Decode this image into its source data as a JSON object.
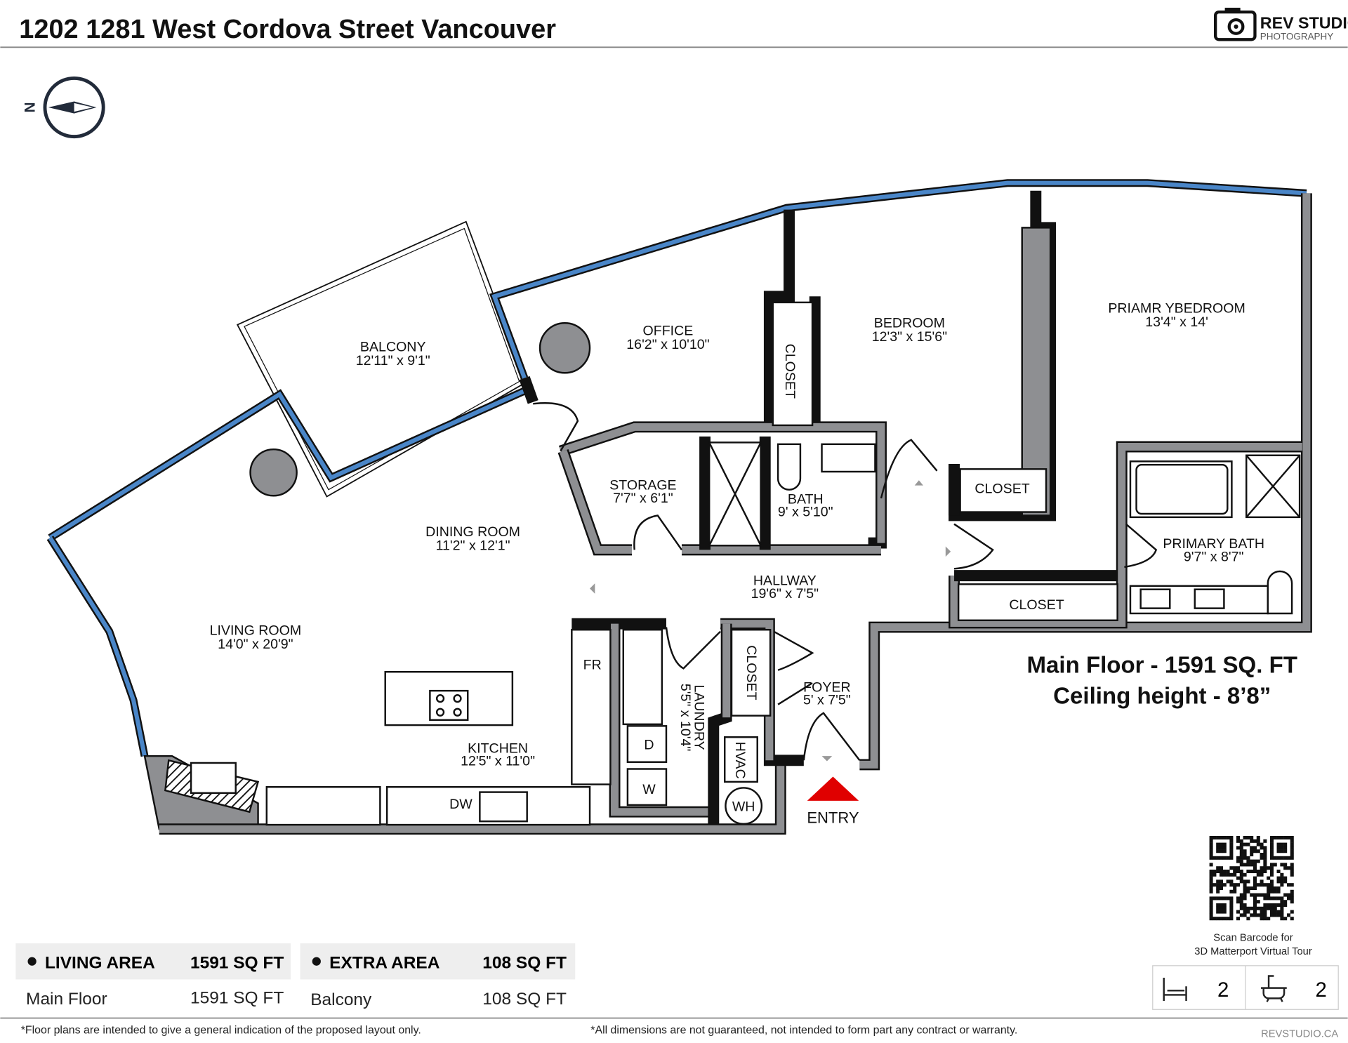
{
  "header": {
    "title": "1202 1281 West Cordova Street Vancouver",
    "logo_main": "REV STUDIO",
    "logo_sub": "PHOTOGRAPHY"
  },
  "compass": {
    "label": "N"
  },
  "rooms": {
    "balcony": {
      "name": "BALCONY",
      "dims": "12'11\" x 9'1\""
    },
    "office": {
      "name": "OFFICE",
      "dims": "16'2\" x 10'10\""
    },
    "closet_office": {
      "name": "CLOSET"
    },
    "bedroom": {
      "name": "BEDROOM",
      "dims": "12'3\" x 15'6\""
    },
    "primary_bedroom": {
      "name": "PRIAMR YBEDROOM",
      "dims": "13'4\" x 14'"
    },
    "storage": {
      "name": "STORAGE",
      "dims": "7'7\" x 6'1\""
    },
    "bath": {
      "name": "BATH",
      "dims": "9' x 5'10\""
    },
    "closet_bedroom": {
      "name": "CLOSET"
    },
    "dining": {
      "name": "DINING ROOM",
      "dims": "11'2\" x 12'1\""
    },
    "hallway": {
      "name": "HALLWAY",
      "dims": "19'6\" x 7'5\""
    },
    "primary_bath": {
      "name": "PRIMARY BATH",
      "dims": "9'7\" x 8'7\""
    },
    "closet_hall": {
      "name": "CLOSET"
    },
    "living": {
      "name": "LIVING ROOM",
      "dims": "14'0\" x 20'9\""
    },
    "closet_foyer": {
      "name": "CLOSET"
    },
    "laundry": {
      "name": "LAUNDRY",
      "dims": "5'5\" x 10'4\""
    },
    "foyer": {
      "name": "FOYER",
      "dims": "5' x 7'5\""
    },
    "kitchen": {
      "name": "KITCHEN",
      "dims": "12'5\" x 11'0\""
    }
  },
  "fixtures": {
    "fridge": "FR",
    "dryer": "D",
    "washer": "W",
    "hvac": "HVAC",
    "water_heater": "WH",
    "dishwasher": "DW",
    "entry": "ENTRY"
  },
  "summary": {
    "main_floor": "Main Floor - 1591  SQ. FT",
    "ceiling": "Ceiling height - 8’8”"
  },
  "areas": [
    {
      "header": "LIVING AREA",
      "header_value": "1591 SQ FT",
      "row_label": "Main Floor",
      "row_value": "1591 SQ FT"
    },
    {
      "header": "EXTRA AREA",
      "header_value": "108 SQ FT",
      "row_label": "Balcony",
      "row_value": "108 SQ FT"
    }
  ],
  "qr": {
    "caption_1": "Scan Barcode for",
    "caption_2": "3D Matterport Virtual Tour"
  },
  "counts": {
    "bedrooms": "2",
    "bathrooms": "2"
  },
  "footer": {
    "note_left": "*Floor plans are intended to give a general indication of the proposed layout only.",
    "note_mid": "*All dimensions are not guaranteed, not intended to form part any contract or warranty.",
    "site": "REVSTUDIO.CA"
  },
  "colors": {
    "window": "#4a86c8",
    "wall": "#8e8f92",
    "entry": "#e00000",
    "panel": "#eeeeee"
  }
}
